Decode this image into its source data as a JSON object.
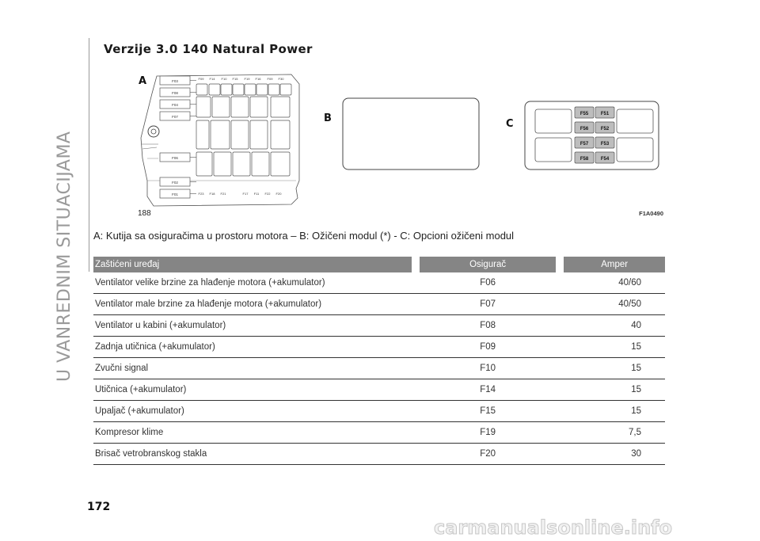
{
  "side_title": "U VANREDNIM SITUACIJAMA",
  "heading": "Verzije 3.0 140 Natural Power",
  "figure": {
    "label_a": "A",
    "label_b": "B",
    "label_c": "C",
    "ref_left": "188",
    "ref_right": "F1A0490",
    "box_a_left_fuses": [
      "F03",
      "F08",
      "F04",
      "F07",
      "F06",
      "F02",
      "F01"
    ],
    "box_a_top_row": [
      "F09",
      "F14",
      "F10",
      "F15",
      "F19",
      "F16",
      "F09",
      "F30"
    ],
    "box_a_bottom_row": [
      "F23",
      "F18",
      "F21",
      "F17",
      "F11",
      "F22",
      "F20"
    ],
    "module_c_fuses": [
      "F55",
      "F51",
      "F56",
      "F52",
      "F57",
      "F53",
      "F58",
      "F54"
    ]
  },
  "caption": "A: Kutija sa osiguračima u prostoru motora – B: Ožičeni modul (*) - C: Opcioni ožičeni modul",
  "table": {
    "headers": [
      "Zaštićeni uređaj",
      "Osigurač",
      "Amper"
    ],
    "rows": [
      [
        "Ventilator velike brzine za hlađenje motora (+akumulator)",
        "F06",
        "40/60"
      ],
      [
        "Ventilator male brzine za hlađenje motora (+akumulator)",
        "F07",
        "40/50"
      ],
      [
        "Ventilator u kabini (+akumulator)",
        "F08",
        "40"
      ],
      [
        "Zadnja utičnica (+akumulator)",
        "F09",
        "15"
      ],
      [
        "Zvučni signal",
        "F10",
        "15"
      ],
      [
        "Utičnica (+akumulator)",
        "F14",
        "15"
      ],
      [
        "Upaljač (+akumulator)",
        "F15",
        "15"
      ],
      [
        "Kompresor klime",
        "F19",
        "7,5"
      ],
      [
        "Brisač vetrobranskog stakla",
        "F20",
        "30"
      ]
    ]
  },
  "page_number": "172",
  "watermark": "carmanualsonline.info"
}
